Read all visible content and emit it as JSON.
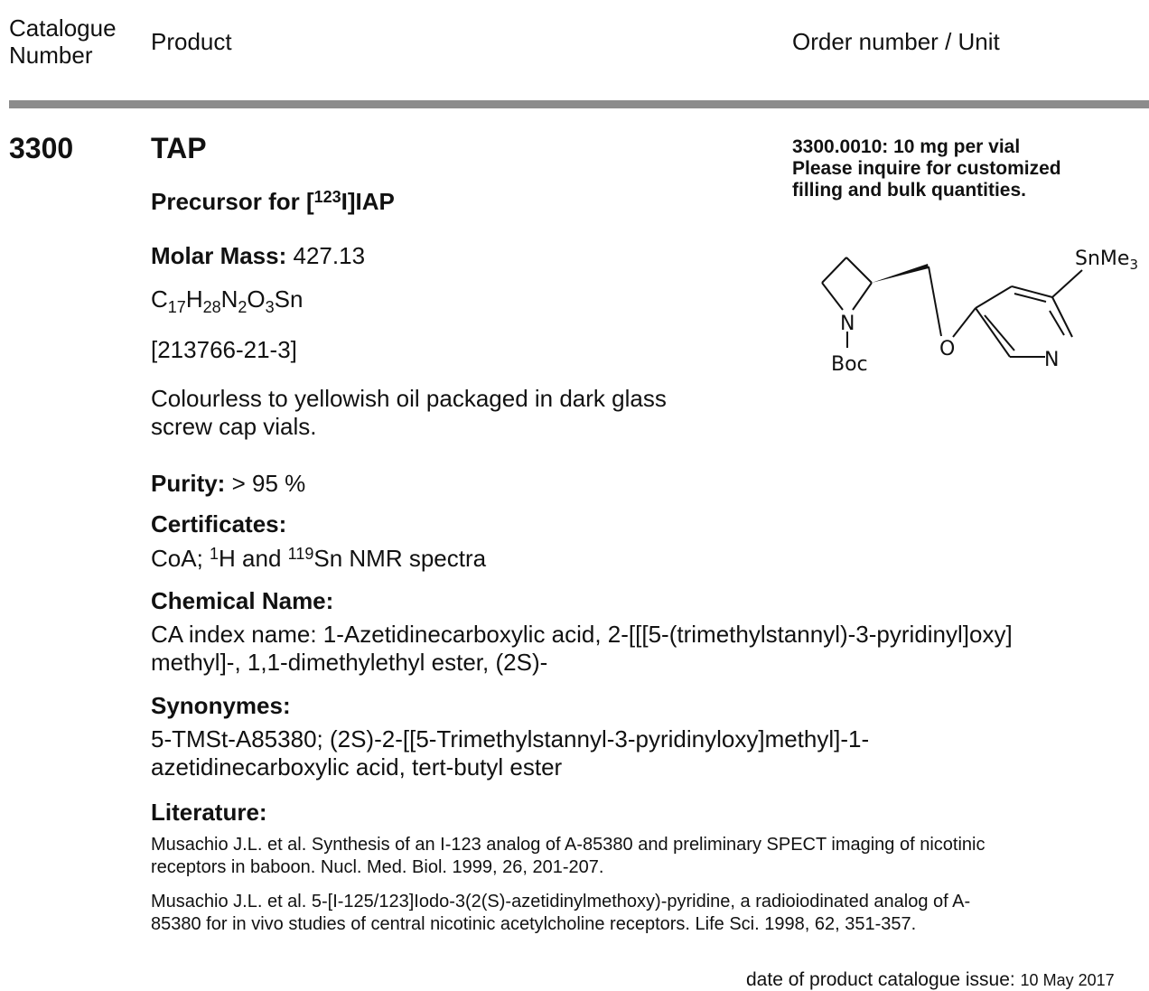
{
  "header": {
    "catalogue_number_line1": "Catalogue",
    "catalogue_number_line2": "Number",
    "product": "Product",
    "order_unit": "Order number / Unit"
  },
  "product": {
    "catalogue_number": "3300",
    "name": "TAP",
    "subtitle_prefix": "Precursor for [",
    "subtitle_sup": "123",
    "subtitle_suffix": "I]IAP",
    "molar_mass_label": "Molar Mass:",
    "molar_mass_value": "427.13",
    "formula": {
      "c": "C",
      "c_n": "17",
      "h": "H",
      "h_n": "28",
      "n": "N",
      "n_n": "2",
      "o": "O",
      "o_n": "3",
      "sn": "Sn"
    },
    "cas": "[213766-21-3]",
    "description_line1": "Colourless to yellowish oil packaged in dark glass",
    "description_line2": "screw cap vials.",
    "purity_label": "Purity:",
    "purity_value": "> 95 %",
    "certificates_label": "Certificates:",
    "certificates": {
      "part1": "CoA; ",
      "sup1": "1",
      "part2": "H and ",
      "sup2": "119",
      "part3": "Sn NMR spectra"
    },
    "chemical_name_label": "Chemical Name:",
    "chemical_name_line1": "CA index name: 1-Azetidinecarboxylic acid, 2-[[[5-(trimethylstannyl)-3-pyridinyl]oxy]",
    "chemical_name_line2": "methyl]-, 1,1-dimethylethyl ester, (2S)-",
    "synonymes_label": "Synonymes:",
    "synonymes_line1": "5-TMSt-A85380; (2S)-2-[[5-Trimethylstannyl-3-pyridinyloxy]methyl]-1-",
    "synonymes_line2": "azetidinecarboxylic acid, tert-butyl ester",
    "literature_label": "Literature:",
    "literature": [
      {
        "line1": "Musachio J.L. et al. Synthesis of an I-123 analog of A-85380 and preliminary SPECT imaging of nicotinic",
        "line2": "receptors in baboon. Nucl. Med. Biol. 1999, 26, 201-207."
      },
      {
        "line1": "Musachio J.L. et al. 5-[I-125/123]Iodo-3(2(S)-azetidinylmethoxy)-pyridine, a radioiodinated analog of A-",
        "line2": "85380 for in vivo studies of central nicotinic acetylcholine receptors. Life Sci. 1998, 62, 351-357."
      }
    ]
  },
  "order": {
    "line1": "3300.0010: 10 mg per vial",
    "line2": "Please inquire for customized",
    "line3": "filling and bulk quantities."
  },
  "structure": {
    "sn_label": "SnMe",
    "sn_sub": "3",
    "n_ring": "N",
    "boc": "Boc",
    "oxygen": "O",
    "n_pyridine": "N"
  },
  "footer": {
    "label": "date of product catalogue issue:",
    "date": "10 May 2017"
  },
  "colors": {
    "rule": "#8c8c8c",
    "text": "#111111"
  }
}
